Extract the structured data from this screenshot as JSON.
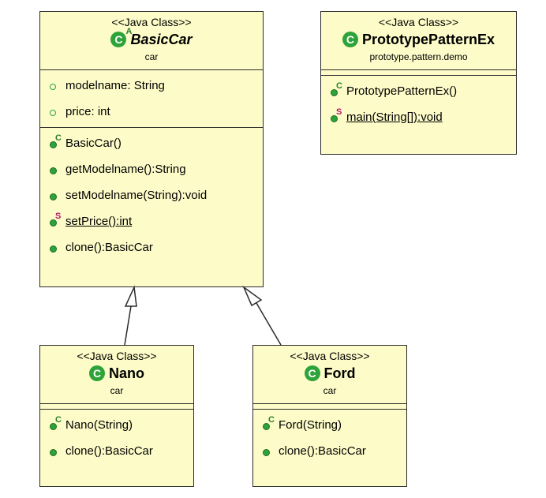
{
  "classes": {
    "basic_car": {
      "stereotype": "<<Java Class>>",
      "name": "BasicCar",
      "package": "car",
      "attributes": [
        "modelname: String",
        "price: int"
      ],
      "methods": [
        "BasicCar()",
        "getModelname():String",
        "setModelname(String):void",
        "setPrice():int",
        "clone():BasicCar"
      ]
    },
    "prototype_pattern_ex": {
      "stereotype": "<<Java Class>>",
      "name": "PrototypePatternEx",
      "package": "prototype.pattern.demo",
      "methods": [
        "PrototypePatternEx()",
        "main(String[]):void"
      ]
    },
    "nano": {
      "stereotype": "<<Java Class>>",
      "name": "Nano",
      "package": "car",
      "methods": [
        "Nano(String)",
        "clone():BasicCar"
      ]
    },
    "ford": {
      "stereotype": "<<Java Class>>",
      "name": "Ford",
      "package": "car",
      "methods": [
        "Ford(String)",
        "clone():BasicCar"
      ]
    }
  },
  "icons": {
    "class_glyph": "C",
    "abstract_marker": "A",
    "constructor_marker": "C",
    "static_marker": "S"
  },
  "colors": {
    "class_fill": "#fdfcc8",
    "border": "#2b2b2b",
    "icon_green": "#2ea33a",
    "static_magenta": "#b3186a"
  }
}
